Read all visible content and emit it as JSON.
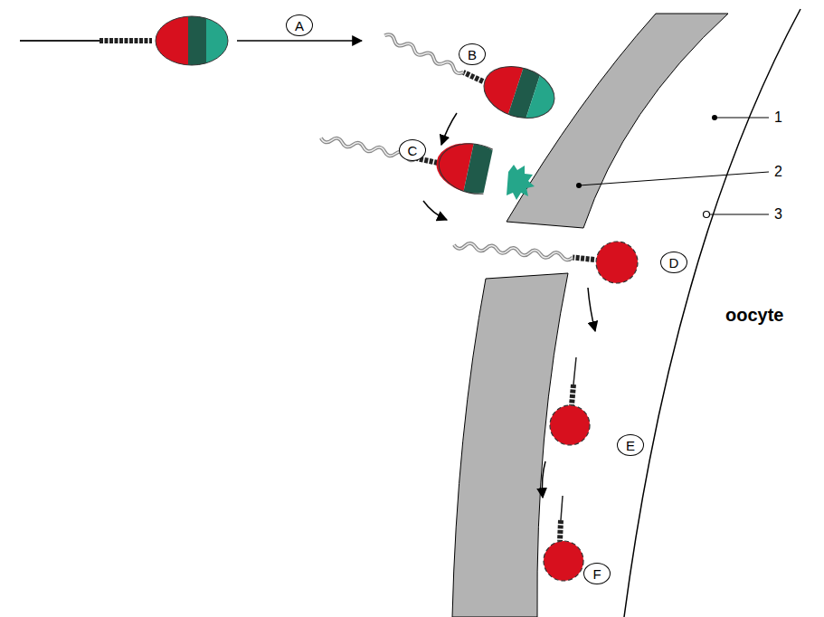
{
  "diagram": {
    "nodes": [
      {
        "text": [
          "A"
        ]
      },
      {
        "text": [
          "B"
        ]
      },
      {
        "text": [
          "C"
        ]
      },
      {
        "text": [
          "D"
        ]
      },
      {
        "text": [
          "E"
        ]
      },
      {
        "text": [
          "F"
        ]
      }
    ],
    "labels": [
      "1",
      "2",
      "3",
      "oocyte"
    ]
  }
}
